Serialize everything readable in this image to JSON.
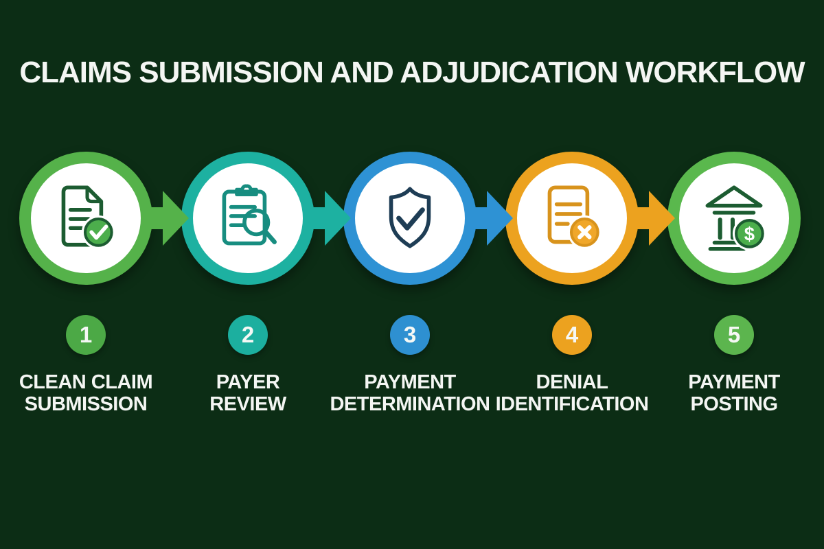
{
  "title": "CLAIMS SUBMISSION AND ADJUDICATION WORKFLOW",
  "background_color": "#0c2d15",
  "text_color": "#f4f6f3",
  "steps": [
    {
      "number": "1",
      "label_line1": "CLEAN CLAIM",
      "label_line2": "SUBMISSION",
      "icon": "document-check-icon",
      "ring_color": "#55b24a",
      "icon_color": "#1c5c31",
      "badge_color": "#4ca946",
      "accent_fill": "#4cae4c"
    },
    {
      "number": "2",
      "label_line1": "PAYER",
      "label_line2": "REVIEW",
      "icon": "clipboard-search-icon",
      "ring_color": "#1db1a1",
      "icon_color": "#178d80",
      "badge_color": "#1caf9f",
      "accent_fill": "#1db1a1"
    },
    {
      "number": "3",
      "label_line1": "PAYMENT",
      "label_line2": "DETERMINATION",
      "icon": "shield-check-icon",
      "ring_color": "#2e92d4",
      "icon_color": "#1e3d55",
      "badge_color": "#2e90d1",
      "accent_fill": "#2e92d4"
    },
    {
      "number": "4",
      "label_line1": "DENIAL",
      "label_line2": "IDENTIFICATION",
      "icon": "document-x-icon",
      "ring_color": "#eca21f",
      "icon_color": "#d8931c",
      "badge_color": "#eca21f",
      "accent_fill": "#f0a72a"
    },
    {
      "number": "5",
      "label_line1": "PAYMENT",
      "label_line2": "POSTING",
      "icon": "bank-dollar-icon",
      "ring_color": "#5ab84d",
      "icon_color": "#1c5c31",
      "badge_color": "#5cb54e",
      "accent_fill": "#4cae4c"
    }
  ]
}
